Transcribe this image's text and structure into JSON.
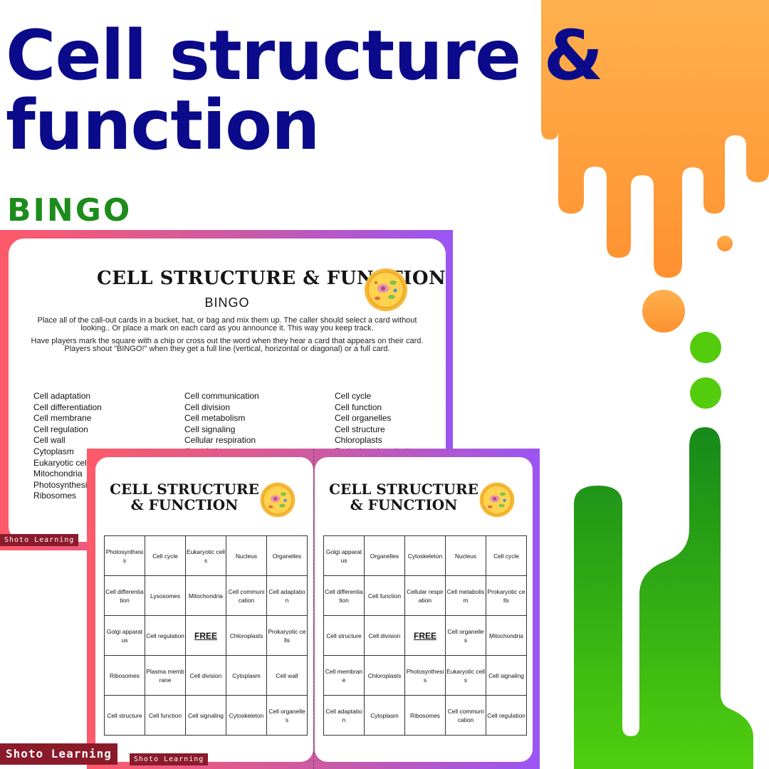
{
  "headline": {
    "line1": "Cell structure &",
    "line2": "function",
    "subtitle": "BINGO"
  },
  "colors": {
    "title": "#0a0a8a",
    "subtitle": "#1c8c1c",
    "drip_orange": "#ff9a36",
    "drip_green": "#22a022",
    "frame_left": "#ff5a6a",
    "frame_right": "#9a55f4",
    "badge": "#8b1a2a"
  },
  "callout_sheet": {
    "title": "CELL STRUCTURE & FUNCTION",
    "subtitle": "BINGO",
    "icon": "plant-cell-icon",
    "instructions": [
      "Place all of the call-out cards in a bucket, hat, or bag and mix them up. The caller should select a card without looking.. Or place a mark on each card as you announce it. This way you keep track.",
      "Have players mark the square with a chip or cross out the word when they hear a card that appears on their card. Players shout \"BINGO!\" when they get a full line (vertical, horizontal or diagonal) or a full card."
    ],
    "columns": [
      [
        "Cell adaptation",
        "Cell differentiation",
        "Cell membrane",
        "Cell regulation",
        "Cell wall",
        "Cytoplasm",
        "Eukaryotic cells",
        "Mitochondria",
        "Photosynthesis",
        "Ribosomes"
      ],
      [
        "Cell communication",
        "Cell division",
        "Cell metabolism",
        "Cell signaling",
        "Cellular respiration",
        "Cytoskeleton"
      ],
      [
        "Cell cycle",
        "Cell function",
        "Cell organelles",
        "Cell structure",
        "Chloroplasts",
        "Endoplasmic reticulum"
      ]
    ]
  },
  "bingo_cards": [
    {
      "title": "CELL STRUCTURE & FUNCTION",
      "icon": "plant-cell-icon",
      "rows": [
        [
          "Photosynthesis",
          "Cell cycle",
          "Eukaryotic cells",
          "Nucleus",
          "Organelles"
        ],
        [
          "Cell differentiation",
          "Lysosomes",
          "Mitochondria",
          "Cell communication",
          "Cell adaptation"
        ],
        [
          "Golgi apparatus",
          "Cell regulation",
          "FREE",
          "Chloroplasts",
          "Prokaryotic cells"
        ],
        [
          "Ribosomes",
          "Plasma membrane",
          "Cell division",
          "Cytoplasm",
          "Cell wall"
        ],
        [
          "Cell structure",
          "Cell function",
          "Cell signaling",
          "Cytoskeleton",
          "Cell organelles"
        ]
      ]
    },
    {
      "title": "CELL STRUCTURE & FUNCTION",
      "icon": "plant-cell-icon",
      "rows": [
        [
          "Golgi apparatus",
          "Organelles",
          "Cytoskeleton",
          "Nucleus",
          "Cell cycle"
        ],
        [
          "Cell differentiation",
          "Cell function",
          "Cellular respiration",
          "Cell metabolism",
          "Prokaryotic cells"
        ],
        [
          "Cell structure",
          "Cell division",
          "FREE",
          "Cell organelles",
          "Mitochondria"
        ],
        [
          "Cell membrane",
          "Chloroplasts",
          "Photosynthesis",
          "Eukaryotic cells",
          "Cell signaling"
        ],
        [
          "Cell adaptation",
          "Cytoplasm",
          "Ribosomes",
          "Cell communication",
          "Cell regulation"
        ]
      ]
    }
  ],
  "watermarks": [
    "Shoto Learning",
    "Shoto Learning",
    "Shoto Learning"
  ]
}
